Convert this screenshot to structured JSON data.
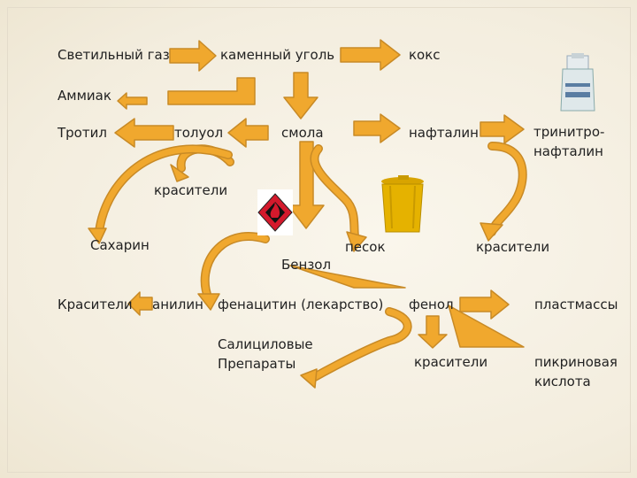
{
  "colors": {
    "arrow_fill": "#f0a82e",
    "arrow_stroke": "#c88a26",
    "background": "#f6f1e4",
    "text": "#222222"
  },
  "labels": {
    "svetilny_gaz": "Светильный газ",
    "kamenny_ugol": "каменный уголь",
    "koks": "кокс",
    "ammiak": "Аммиак",
    "trotil": "Тротил",
    "toluol": "толуол",
    "smola": "смола",
    "naftalin": "нафталин",
    "trinitronaftalin": "тринитро-\nнафталин",
    "krasiteli_1": "красители",
    "sakharin": "Сахарин",
    "pesok": "песок",
    "krasiteli_2": "красители",
    "benzol": "Бензол",
    "krasiteli_3": "Красители",
    "anilin": "анилин",
    "fenatsitin": "фенацитин (лекарство)",
    "fenol": "фенол",
    "plastmassy": "пластмассы",
    "salitsilovye": "Салициловые\nПрепараты",
    "krasiteli_4": "красители",
    "pikrinovaya": "пикриновая\nкислота"
  },
  "icons": {
    "bottle": "bottle-icon",
    "hazard": "flammable-hazard-icon",
    "bin": "yellow-bin-icon"
  }
}
